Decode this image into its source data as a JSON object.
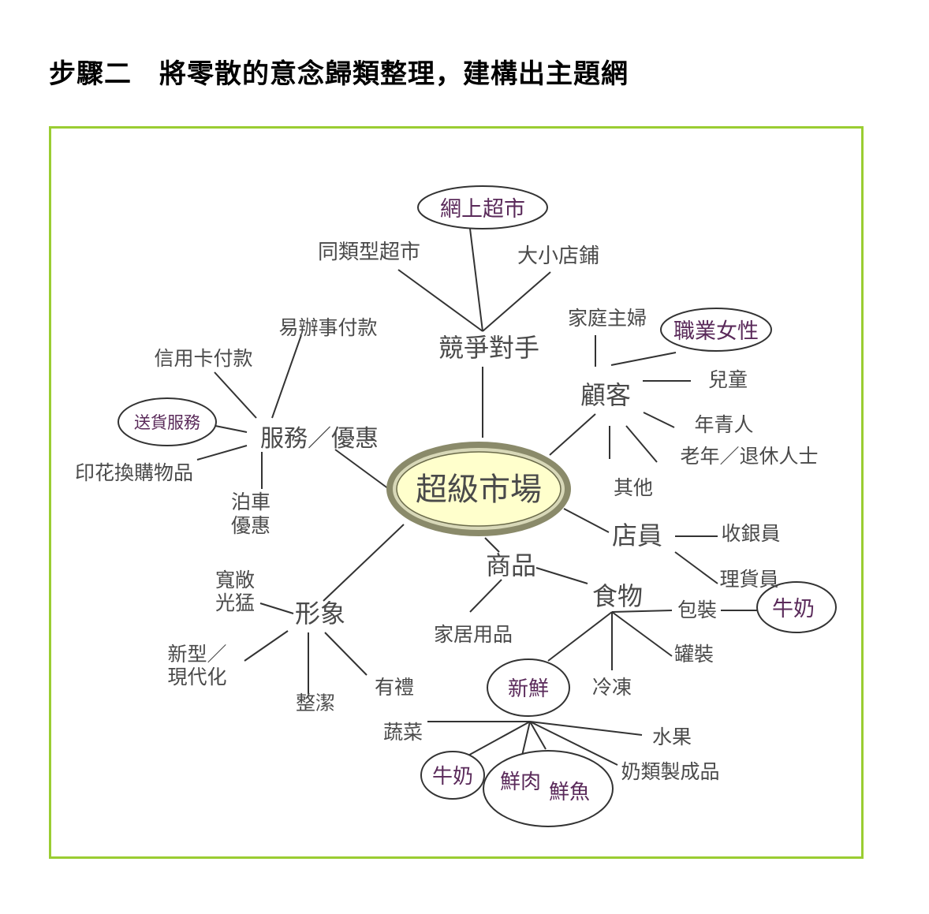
{
  "heading": "步驟二　將零散的意念歸類整理，建構出主題網",
  "colors": {
    "frame": "#9acd32",
    "center_fill": "#ffffcc",
    "center_ring": "#8a8a6a",
    "lines": "#333333",
    "text": "#4a4a4a",
    "highlight_text": "#5a2a5a"
  },
  "center": "超級市場",
  "competitors": {
    "label": "競爭對手",
    "online": "網上超市",
    "same_type": "同類型超市",
    "stores": "大小店鋪"
  },
  "customers": {
    "label": "顧客",
    "housewife": "家庭主婦",
    "career_women": "職業女性",
    "children": "兒童",
    "youth": "年青人",
    "elderly": "老年／退休人士",
    "others": "其他"
  },
  "services": {
    "label": "服務／優惠",
    "easy_pay": "易辦事付款",
    "credit_card": "信用卡付款",
    "delivery": "送貨服務",
    "stamps": "印花換購物品",
    "parking": [
      "泊車",
      "優惠"
    ]
  },
  "staff": {
    "label": "店員",
    "cashier": "收銀員",
    "stocker": "理貨員"
  },
  "products": {
    "label": "商品",
    "household": "家居用品"
  },
  "food": {
    "label": "食物",
    "packaged": "包裝",
    "milk_packaged": "牛奶",
    "canned": "罐裝",
    "frozen": "冷凍",
    "fresh": "新鮮",
    "vegetables": "蔬菜",
    "fruit": "水果",
    "dairy": "奶類製成品",
    "milk_fresh": "牛奶",
    "meat": "鮮肉",
    "fish": "鮮魚"
  },
  "image": {
    "label": "形象",
    "spacious": [
      "寬敞",
      "光猛"
    ],
    "modern": [
      "新型／",
      "現代化"
    ],
    "clean": "整潔",
    "polite": "有禮"
  }
}
